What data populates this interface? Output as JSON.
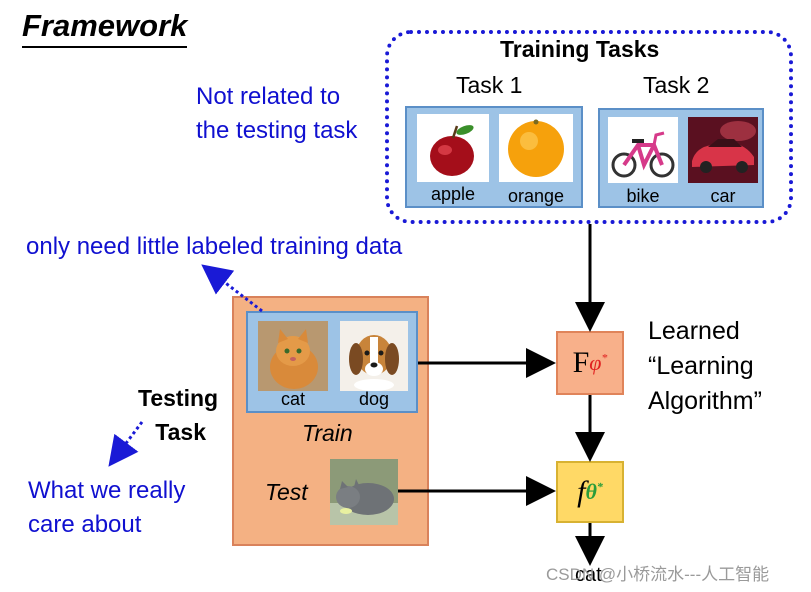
{
  "title": "Framework",
  "notes": {
    "unrelated_line1": "Not related to",
    "unrelated_line2": "the testing task",
    "little_data": "only need little labeled training data",
    "care_line1": "What we really",
    "care_line2": "care about"
  },
  "training": {
    "header": "Training Tasks",
    "task1": {
      "label": "Task 1",
      "items": [
        "apple",
        "orange"
      ]
    },
    "task2": {
      "label": "Task 2",
      "items": [
        "bike",
        "car"
      ]
    }
  },
  "testing": {
    "label_line1": "Testing",
    "label_line2": "Task",
    "train_items": [
      "cat",
      "dog"
    ],
    "train_label": "Train",
    "test_label": "Test"
  },
  "learner": {
    "F_symbol": "F",
    "F_sub": "φ",
    "F_star": "*",
    "f_symbol": "f",
    "f_sub": "θ",
    "f_star": "*",
    "learned_line1": "Learned",
    "learned_line2": "“Learning",
    "learned_line3": "Algorithm”"
  },
  "output": "cat",
  "watermark": "CSDN @小桥流水---人工智能",
  "colors": {
    "blue_text": "#1010d0",
    "panel_blue": "#9dc3e6",
    "test_orange": "#f4b183",
    "fbox_orange": "#f8b08a",
    "fbox_yellow": "#ffd966",
    "phi_red": "#e02020",
    "theta_green": "#2a9d3a"
  }
}
